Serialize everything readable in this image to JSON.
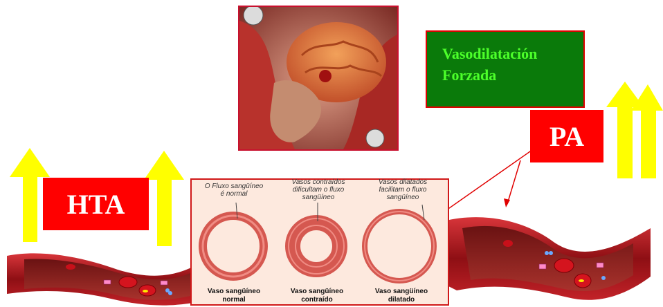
{
  "boxes": {
    "vasodilatacion": {
      "line1": "Vasodilatación",
      "line2": "Forzada"
    },
    "pa": "PA",
    "hta": "HTA"
  },
  "vessel_diagram": {
    "captions": [
      {
        "line1": "O Fluxo sangüíneo",
        "line2": "é normal",
        "line3": ""
      },
      {
        "line1": "Vasos contraídos",
        "line2": "dificultam o fluxo",
        "line3": "sangüíneo"
      },
      {
        "line1": "Vasos dilatados",
        "line2": "facilitam o fluxo",
        "line3": "sangüíneo"
      }
    ],
    "labels": [
      {
        "line1": "Vaso sangüíneo",
        "line2": "normal"
      },
      {
        "line1": "Vaso sangüíneo",
        "line2": "contraído"
      },
      {
        "line1": "Vaso sangüíneo",
        "line2": "dilatado"
      }
    ]
  },
  "colors": {
    "arrow_yellow": "#ffff00",
    "box_red": "#ff0000",
    "box_green": "#0a7a0a",
    "green_text": "#4cff2a",
    "vessel_red": "#b3141c"
  },
  "icons": [
    "up-arrow-icon",
    "brain-illustration",
    "blood-vessel-illustration"
  ]
}
